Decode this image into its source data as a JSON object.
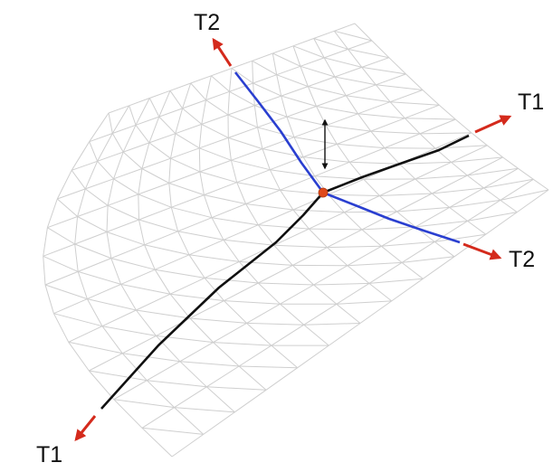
{
  "labels": {
    "t2_top": "T2",
    "t1_right": "T1",
    "t2_right": "T2",
    "t1_bottom": "T1"
  },
  "colors": {
    "mesh": "#cfcfcf",
    "t1_line": "#111111",
    "t2_line": "#2a3fd0",
    "tangent_arrow": "#d42a1c",
    "center_point": "#e0491b",
    "normal_arrow": "#111111",
    "label_text": "#111111"
  },
  "icons": {
    "normal_arrow": "double-headed-arrow",
    "center_point": "filled-circle"
  }
}
